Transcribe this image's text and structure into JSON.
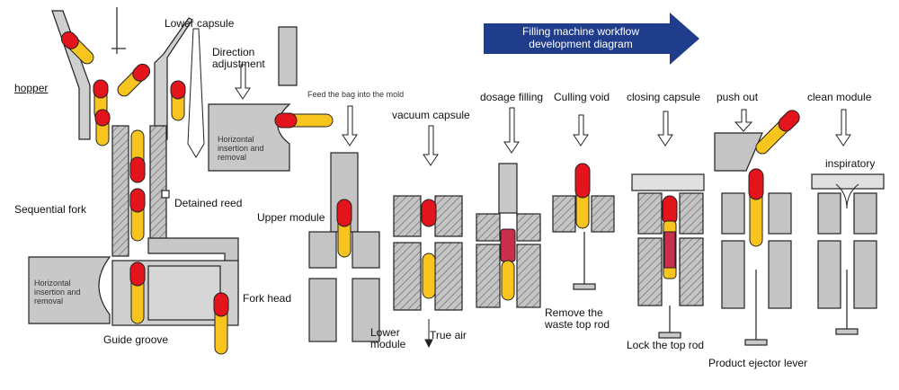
{
  "title": "Filling machine workflow development diagram",
  "colors": {
    "capsule_cap": "#e3141b",
    "capsule_body": "#f7c51e",
    "metal": "#bdbdbd",
    "hatch": "#777777",
    "banner": "#1f3d8a",
    "outline": "#222222"
  },
  "labels": {
    "lower_capsule": "Lower capsule",
    "direction_adjustment": "Direction adjustment",
    "hopper": "hopper",
    "sequential_fork": "Sequential fork",
    "detained_reed": "Detained reed",
    "guide_groove": "Guide groove",
    "fork_head": "Fork head",
    "horizontal_top": "Horizontal insertion and removal",
    "horizontal_bottom": "Horizontal insertion and removal",
    "feed_bag": "Feed the bag into the mold",
    "upper_module": "Upper module",
    "lower_module": "Lower module",
    "vacuum_capsule": "vacuum capsule",
    "true_air": "True air",
    "dosage_filling": "dosage filling",
    "culling_void": "Culling void",
    "remove_waste": "Remove the waste top rod",
    "closing_capsule": "closing capsule",
    "lock_top_rod": "Lock the top rod",
    "push_out": "push out",
    "product_ejector": "Product ejector lever",
    "clean_module": "clean module",
    "inspiratory": "inspiratory"
  }
}
